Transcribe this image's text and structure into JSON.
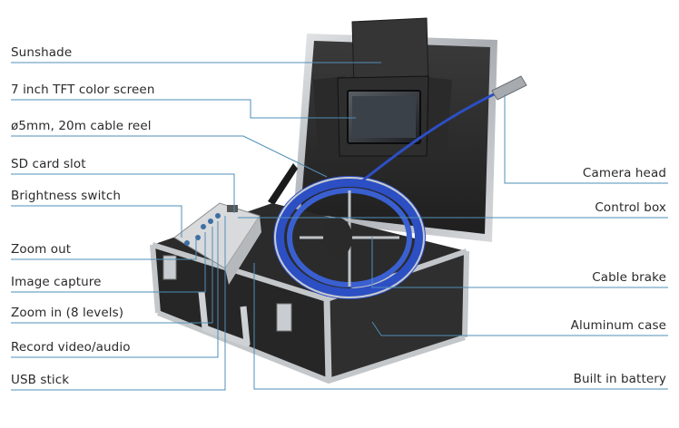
{
  "left_labels": [
    {
      "id": "sunshade",
      "text": "Sunshade"
    },
    {
      "id": "screen",
      "text": "7 inch TFT color screen"
    },
    {
      "id": "cable-reel",
      "text": "ø5mm, 20m cable reel"
    },
    {
      "id": "sd-card",
      "text": "SD card slot"
    },
    {
      "id": "brightness",
      "text": "Brightness switch"
    },
    {
      "id": "zoom-out",
      "text": "Zoom out"
    },
    {
      "id": "image-capture",
      "text": "Image capture"
    },
    {
      "id": "zoom-in",
      "text": "Zoom in (8 levels)"
    },
    {
      "id": "record",
      "text": "Record video/audio"
    },
    {
      "id": "usb",
      "text": "USB stick"
    }
  ],
  "right_labels": [
    {
      "id": "camera-head",
      "text": "Camera head"
    },
    {
      "id": "control-box",
      "text": "Control box"
    },
    {
      "id": "cable-brake",
      "text": "Cable brake"
    },
    {
      "id": "aluminum-case",
      "text": "Aluminum case"
    },
    {
      "id": "battery",
      "text": "Built in battery"
    }
  ],
  "colors": {
    "leader": "#4f8fb8",
    "case": "#2b2b2b",
    "frame": "#b9bcc0",
    "cable": "#2d4fc4",
    "text": "#2a2a2a"
  }
}
